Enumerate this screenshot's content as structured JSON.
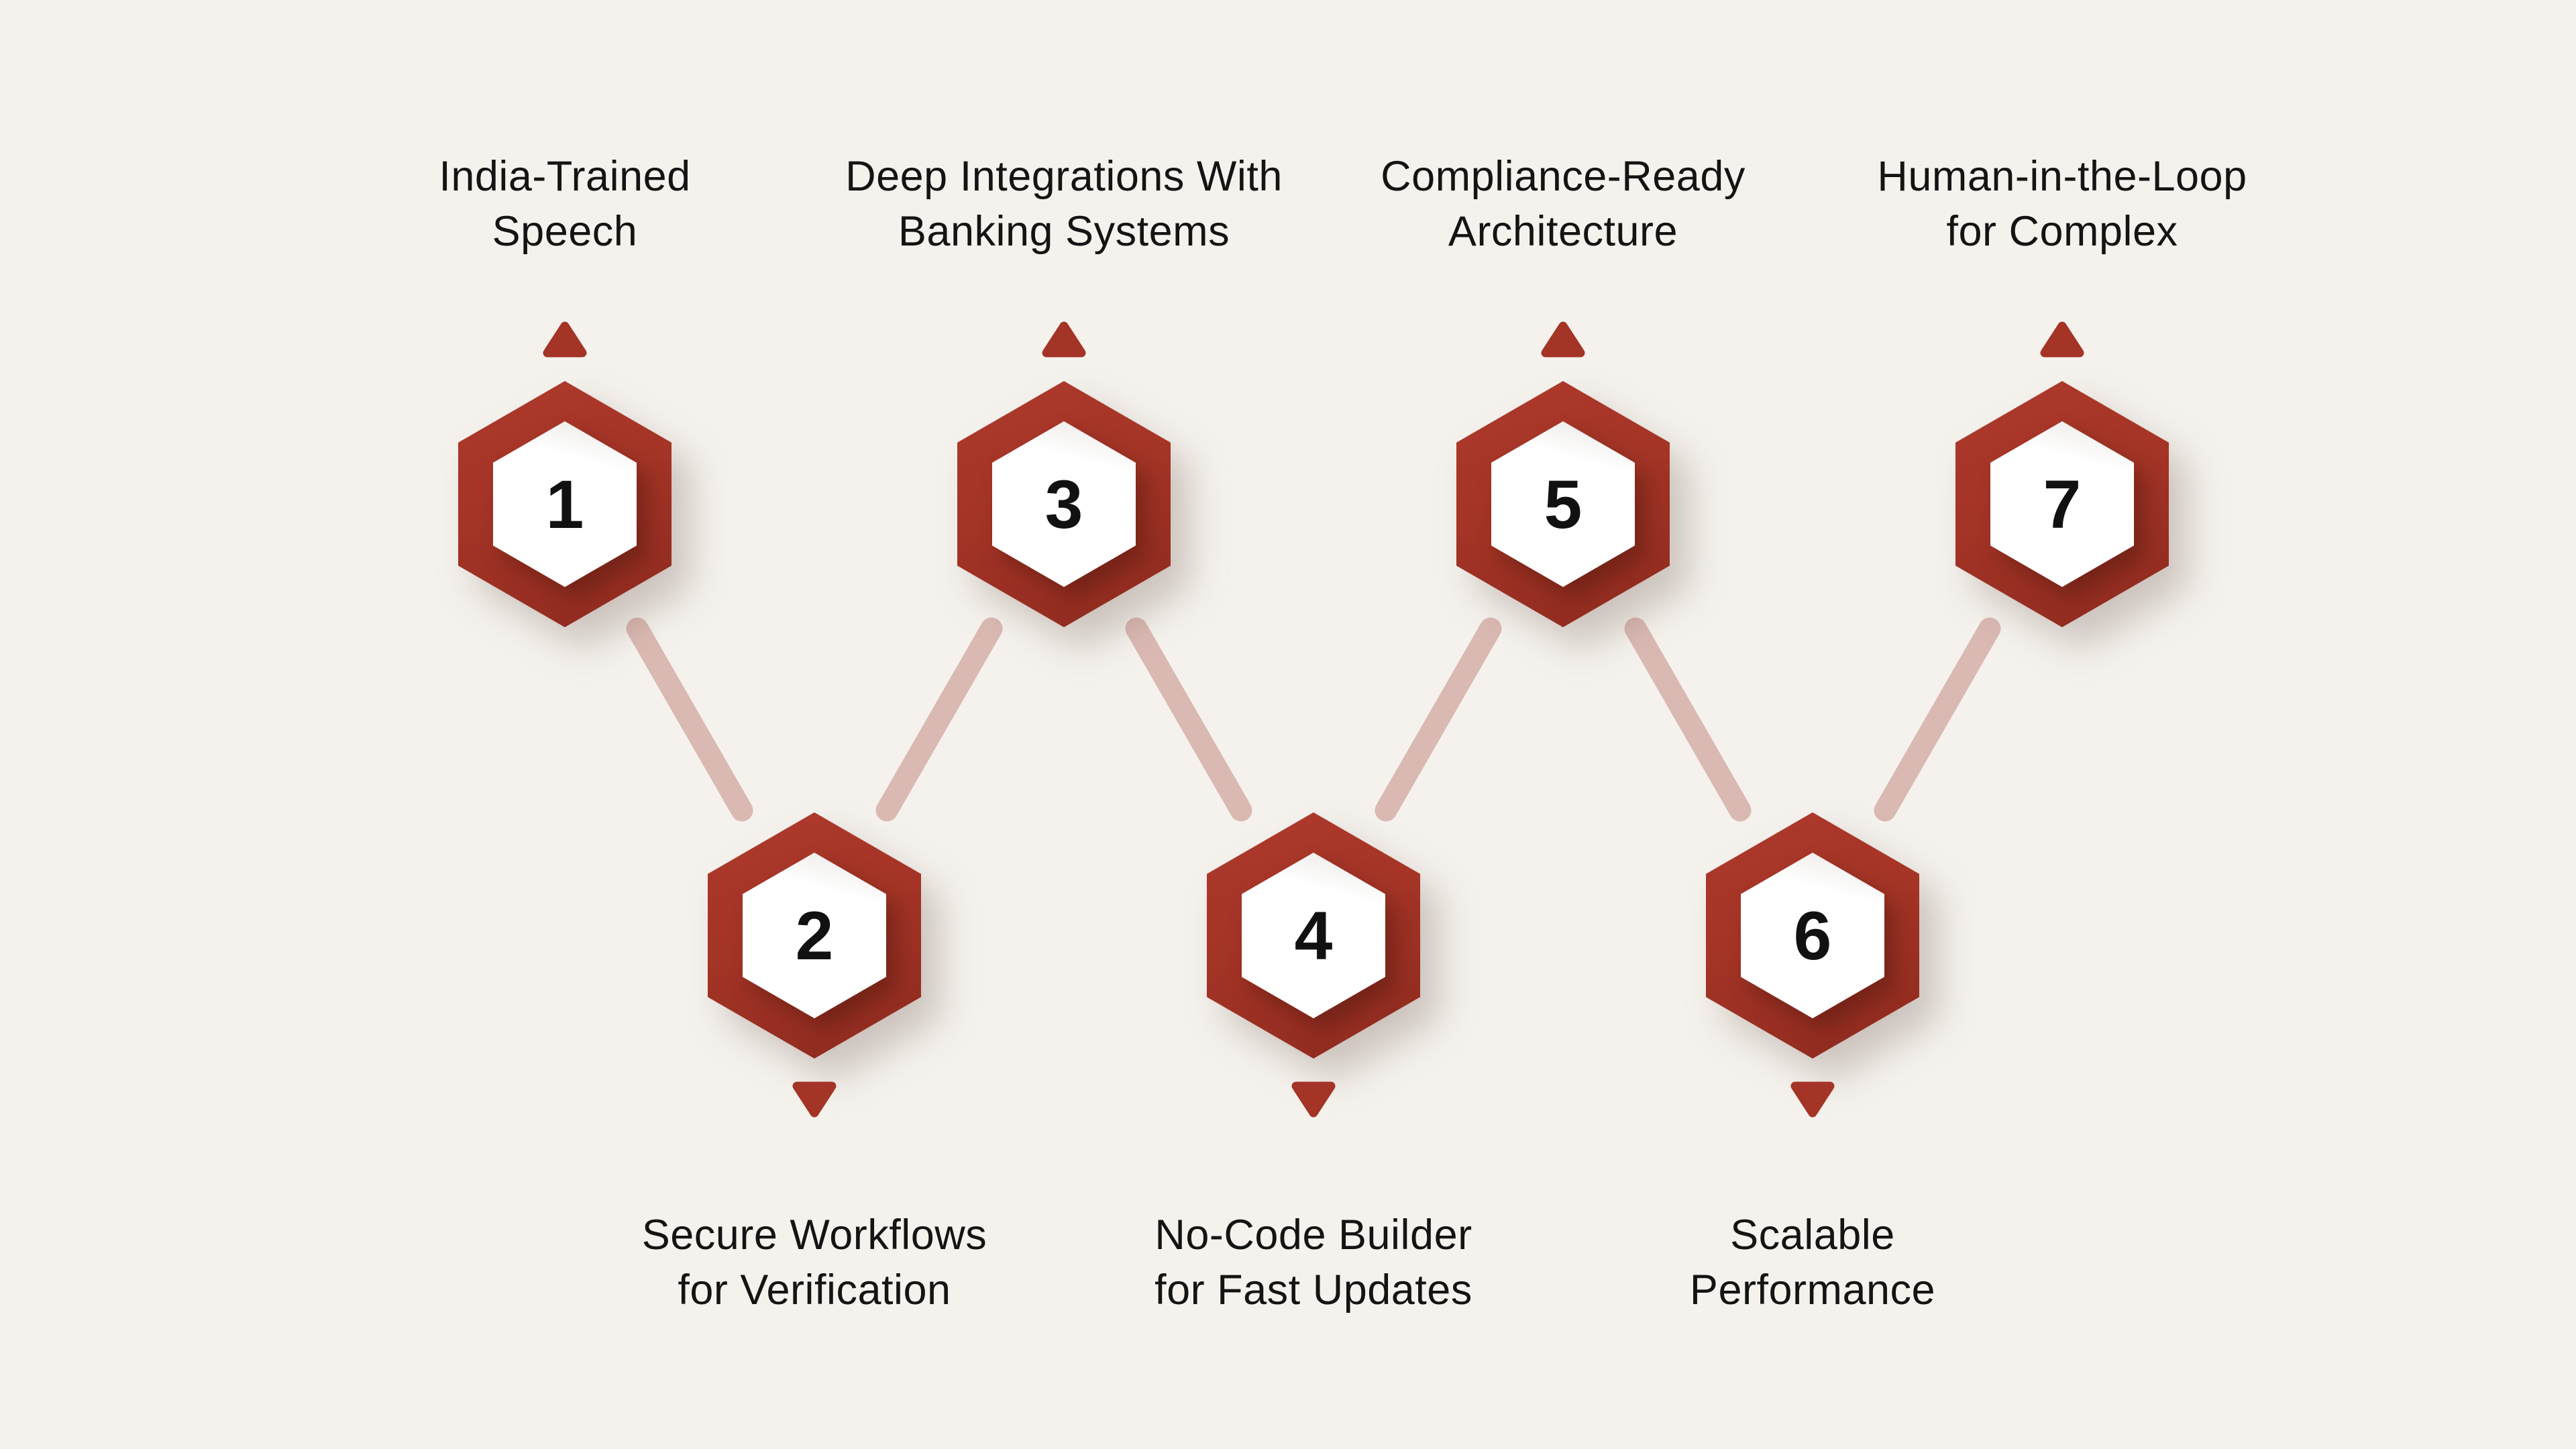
{
  "diagram_title": "",
  "colors": {
    "background": "#F5F2ED",
    "hexagon_red": "#A43426",
    "hexagon_red_dark": "#8E2A1F",
    "hexagon_inner": "#FFFFFF",
    "connector_pink": "#DBB9B3",
    "label_text": "#141414",
    "number_text": "#111111"
  },
  "nodes": [
    {
      "number": "1",
      "row": "top",
      "label_lines": [
        "India-Trained",
        "Speech"
      ]
    },
    {
      "number": "2",
      "row": "bottom",
      "label_lines": [
        "Secure Workflows",
        "for Verification"
      ]
    },
    {
      "number": "3",
      "row": "top",
      "label_lines": [
        "Deep Integrations With",
        "Banking Systems"
      ]
    },
    {
      "number": "4",
      "row": "bottom",
      "label_lines": [
        "No-Code Builder",
        "for Fast Updates"
      ]
    },
    {
      "number": "5",
      "row": "top",
      "label_lines": [
        "Compliance-Ready",
        "Architecture"
      ]
    },
    {
      "number": "6",
      "row": "bottom",
      "label_lines": [
        "Scalable",
        "Performance"
      ]
    },
    {
      "number": "7",
      "row": "top",
      "label_lines": [
        "Human-in-the-Loop",
        "for Complex"
      ]
    }
  ]
}
